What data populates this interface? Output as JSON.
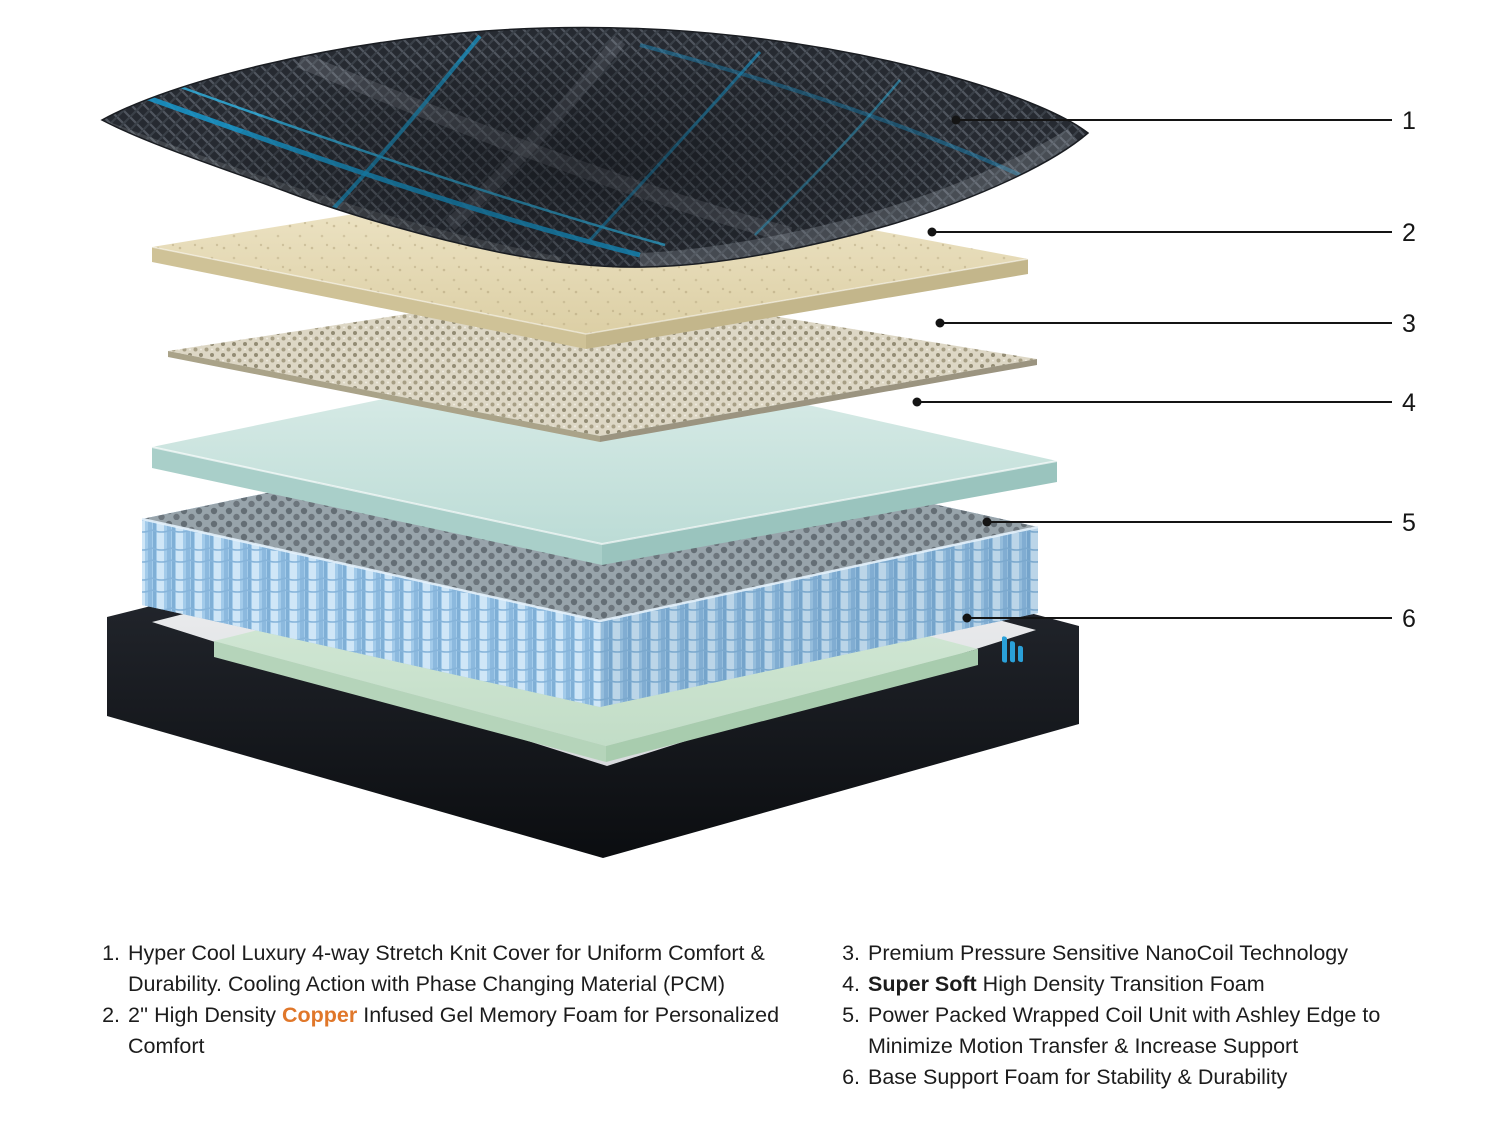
{
  "diagram": {
    "callouts": [
      {
        "label": "1"
      },
      {
        "label": "2"
      },
      {
        "label": "3"
      },
      {
        "label": "4"
      },
      {
        "label": "5"
      },
      {
        "label": "6"
      }
    ],
    "layers": [
      {
        "id": 1,
        "name": "hyper-cool-stretch-knit-cover"
      },
      {
        "id": 2,
        "name": "copper-infused-gel-memory-foam"
      },
      {
        "id": 3,
        "name": "nanocoil-layer"
      },
      {
        "id": 4,
        "name": "high-density-transition-foam"
      },
      {
        "id": 5,
        "name": "wrapped-coil-unit"
      },
      {
        "id": 6,
        "name": "base-support-foam"
      }
    ]
  },
  "legend": {
    "left": [
      {
        "num": "1.",
        "pre": "Hyper Cool Luxury 4-way Stretch Knit Cover for Uniform Comfort & Durability. Cooling Action with Phase Changing Material (PCM)",
        "highlight": "",
        "post": ""
      },
      {
        "num": "2.",
        "pre": "2'' High Density ",
        "highlight": "Copper",
        "post": " Infused Gel Memory Foam for Personalized Comfort"
      }
    ],
    "right": [
      {
        "num": "3.",
        "pre": "Premium Pressure Sensitive NanoCoil Technology",
        "highlight": "",
        "post": ""
      },
      {
        "num": "4.",
        "pre": "",
        "highlight": "Super Soft",
        "post": " High Density Transition Foam"
      },
      {
        "num": "5.",
        "pre": "Power Packed Wrapped Coil Unit with Ashley Edge to Minimize Motion Transfer & Increase Support",
        "highlight": "",
        "post": ""
      },
      {
        "num": "6.",
        "pre": "Base Support Foam for Stability & Durability",
        "highlight": "",
        "post": ""
      }
    ]
  },
  "colors": {
    "copper_text": "#E0772A",
    "accent_blue": "#2AA0D8",
    "coil_blue": "#A3CBEA",
    "memory_foam_tan": "#E6DBB8",
    "transition_mint": "#CCE5E1",
    "base_foam_green": "#CFE6D3",
    "cover_dark": "#262A31"
  }
}
